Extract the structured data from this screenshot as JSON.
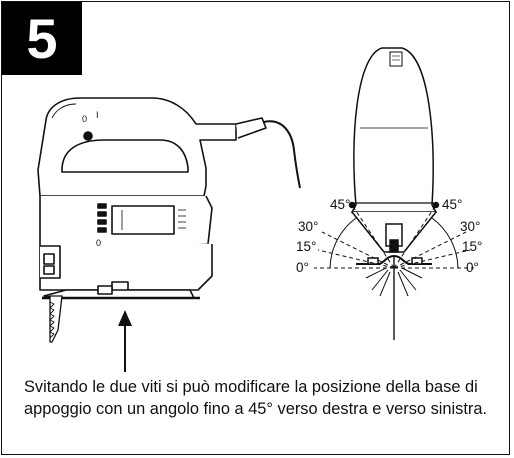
{
  "step_number": "5",
  "caption": "Svitando le due viti si può modificare la posizione della base di appoggio con un angolo fino a 45° verso destra e verso sinistra.",
  "tool_markings": {
    "switch_off": "0",
    "switch_on": "I",
    "knob": "0"
  },
  "angle_labels": {
    "left_45": "45°",
    "left_30": "30°",
    "left_15": "15°",
    "left_0": "0°",
    "right_45": "45°",
    "right_30": "30°",
    "right_15": "15°",
    "right_0": "0°"
  }
}
